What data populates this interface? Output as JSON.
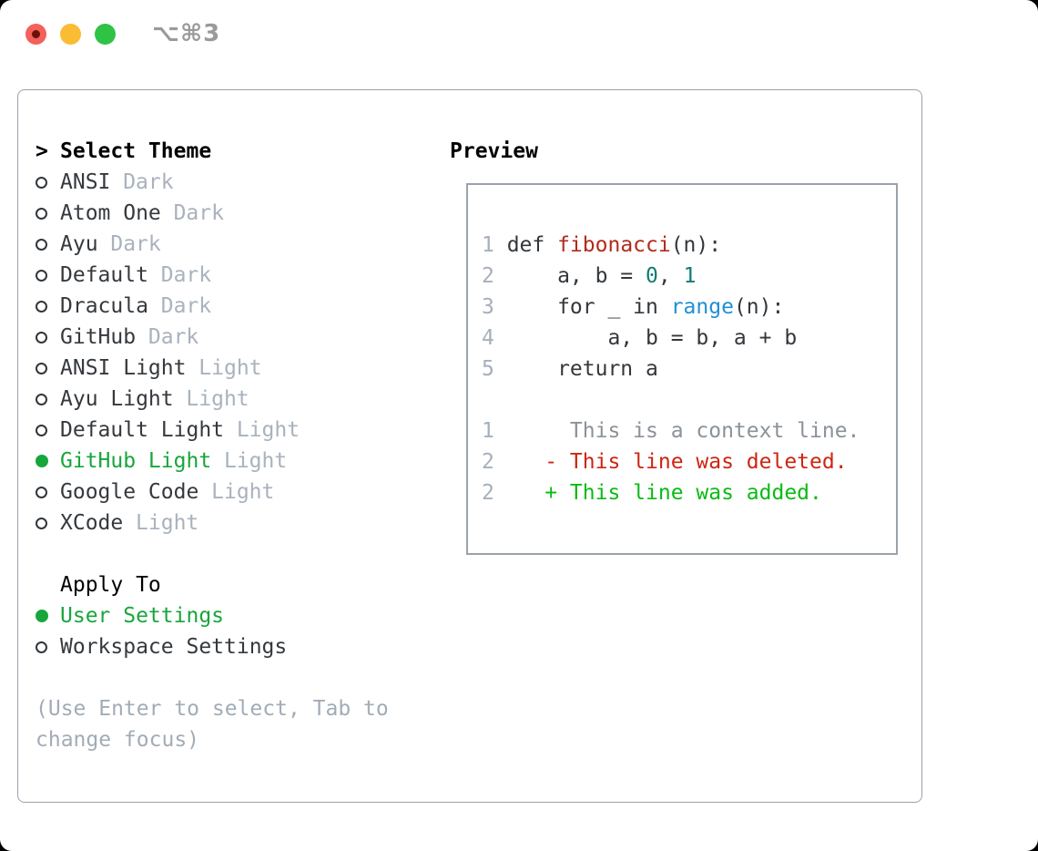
{
  "titlebar": {
    "shortcut": "⌥⌘3"
  },
  "theme_list": {
    "prompt": ">",
    "header": "Select Theme",
    "items": [
      {
        "name": "ANSI",
        "tag": "Dark",
        "selected": false
      },
      {
        "name": "Atom One",
        "tag": "Dark",
        "selected": false
      },
      {
        "name": "Ayu",
        "tag": "Dark",
        "selected": false
      },
      {
        "name": "Default",
        "tag": "Dark",
        "selected": false
      },
      {
        "name": "Dracula",
        "tag": "Dark",
        "selected": false
      },
      {
        "name": "GitHub",
        "tag": "Dark",
        "selected": false
      },
      {
        "name": "ANSI Light",
        "tag": "Light",
        "selected": false
      },
      {
        "name": "Ayu Light",
        "tag": "Light",
        "selected": false
      },
      {
        "name": "Default Light",
        "tag": "Light",
        "selected": false
      },
      {
        "name": "GitHub Light",
        "tag": "Light",
        "selected": true
      },
      {
        "name": "Google Code",
        "tag": "Light",
        "selected": false
      },
      {
        "name": "XCode",
        "tag": "Light",
        "selected": false
      }
    ]
  },
  "apply_to": {
    "header": "Apply To",
    "options": [
      {
        "name": "User Settings",
        "selected": true
      },
      {
        "name": "Workspace Settings",
        "selected": false
      }
    ]
  },
  "help": {
    "line1": "(Use Enter to select, Tab to",
    "line2": "change focus)"
  },
  "preview": {
    "title": "Preview",
    "lines": [
      {
        "num": "1",
        "segs": [
          {
            "t": "def ",
            "c": "code"
          },
          {
            "t": "fibonacci",
            "c": "fn"
          },
          {
            "t": "(n):",
            "c": "code"
          }
        ]
      },
      {
        "num": "2",
        "segs": [
          {
            "t": "    a, b = ",
            "c": "code"
          },
          {
            "t": "0",
            "c": "num"
          },
          {
            "t": ", ",
            "c": "code"
          },
          {
            "t": "1",
            "c": "num"
          }
        ]
      },
      {
        "num": "3",
        "segs": [
          {
            "t": "    for _ in ",
            "c": "code"
          },
          {
            "t": "range",
            "c": "call"
          },
          {
            "t": "(n):",
            "c": "code"
          }
        ]
      },
      {
        "num": "4",
        "segs": [
          {
            "t": "        a, b = b, a + b",
            "c": "code"
          }
        ]
      },
      {
        "num": "5",
        "segs": [
          {
            "t": "    return a",
            "c": "code"
          }
        ]
      },
      {
        "num": "",
        "segs": []
      },
      {
        "num": "1",
        "segs": [
          {
            "t": "     This is a context line.",
            "c": "ctx"
          }
        ]
      },
      {
        "num": "2",
        "segs": [
          {
            "t": "   ",
            "c": "code"
          },
          {
            "t": "- This line was deleted.",
            "c": "del"
          }
        ]
      },
      {
        "num": "2",
        "segs": [
          {
            "t": "   ",
            "c": "code"
          },
          {
            "t": "+ This line was added.",
            "c": "add"
          }
        ]
      }
    ]
  },
  "colors": {
    "selection_green": "#18a63c",
    "tag_gray": "#a9b2bd",
    "text_dark": "#35393e",
    "panel_border": "#9aa2ab",
    "line_number_gray": "#a6afba",
    "function_red": "#b22b1c",
    "number_teal": "#0e7c73",
    "call_blue": "#2290d1",
    "context_gray": "#8b9298",
    "diff_deleted_red": "#ce2511",
    "diff_added_green": "#0abb14",
    "traffic_red": "#f4605a",
    "traffic_yellow": "#f9bc33",
    "traffic_green": "#2ec345"
  }
}
